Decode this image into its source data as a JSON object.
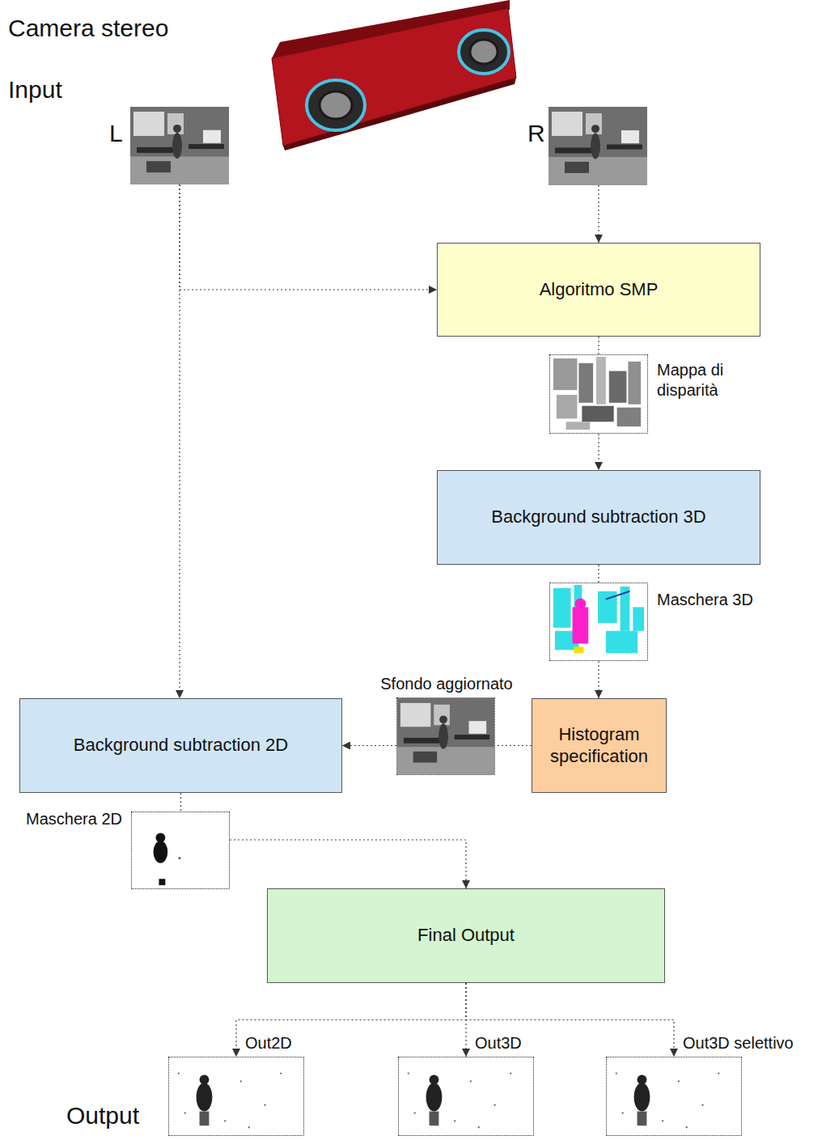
{
  "diagram": {
    "nodes": [
      {
        "text": [
          "L"
        ]
      },
      {
        "text": [
          "R"
        ]
      },
      {
        "text": [
          "Algoritmo SMP"
        ]
      },
      {
        "text": [
          "Mappa di disparità"
        ]
      },
      {
        "text": [
          "Background subtraction 3D"
        ]
      },
      {
        "text": [
          "Maschera 3D"
        ]
      },
      {
        "text": [
          "Sfondo aggiornato"
        ]
      },
      {
        "text": [
          "Background subtraction 2D"
        ]
      },
      {
        "text": [
          "Histogram specification"
        ]
      },
      {
        "text": [
          "Maschera 2D"
        ]
      },
      {
        "text": [
          "Final Output"
        ]
      },
      {
        "text": [
          "Out2D"
        ]
      },
      {
        "text": [
          "Out3D"
        ]
      },
      {
        "text": [
          "Out3D selettivo"
        ]
      }
    ],
    "edges": [
      {
        "from": 0,
        "to": 2,
        "arrow": "to"
      },
      {
        "from": 1,
        "to": 2,
        "arrow": "to"
      },
      {
        "from": 0,
        "to": 7,
        "arrow": "to"
      },
      {
        "from": 2,
        "to": 3,
        "arrow": "none"
      },
      {
        "from": 3,
        "to": 4,
        "arrow": "to"
      },
      {
        "from": 4,
        "to": 5,
        "arrow": "none"
      },
      {
        "from": 5,
        "to": 8,
        "arrow": "to"
      },
      {
        "from": 8,
        "to": 6,
        "arrow": "none"
      },
      {
        "from": 6,
        "to": 7,
        "arrow": "to"
      },
      {
        "from": 7,
        "to": 9,
        "arrow": "none"
      },
      {
        "from": 9,
        "to": 10,
        "arrow": "to"
      },
      {
        "from": 10,
        "to": 11,
        "arrow": "to"
      },
      {
        "from": 10,
        "to": 12,
        "arrow": "to"
      },
      {
        "from": 10,
        "to": 13,
        "arrow": "to"
      }
    ],
    "labels": [
      "Camera stereo",
      "Input",
      "Output"
    ]
  }
}
